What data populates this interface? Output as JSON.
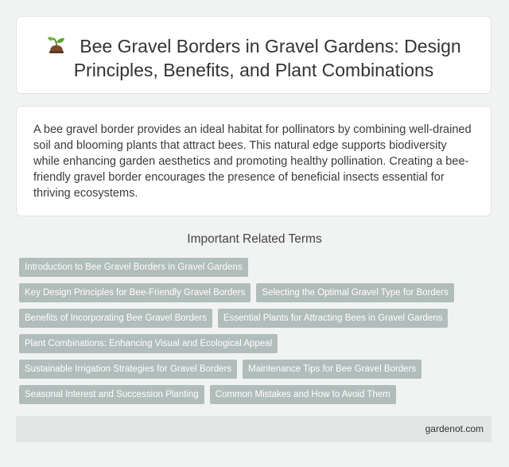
{
  "header": {
    "icon": "sprout-icon",
    "title": "Bee Gravel Borders in Gravel Gardens: Design Principles, Benefits, and Plant Combinations"
  },
  "intro": {
    "text": "A bee gravel border provides an ideal habitat for pollinators by combining well-drained soil and blooming plants that attract bees. This natural edge supports biodiversity while enhancing garden aesthetics and promoting healthy pollination. Creating a bee-friendly gravel border encourages the presence of beneficial insects essential for thriving ecosystems."
  },
  "related": {
    "heading": "Important Related Terms",
    "terms": [
      "Introduction to Bee Gravel Borders in Gravel Gardens",
      "Key Design Principles for Bee-Friendly Gravel Borders",
      "Selecting the Optimal Gravel Type for Borders",
      "Benefits of Incorporating Bee Gravel Borders",
      "Essential Plants for Attracting Bees in Gravel Gardens",
      "Plant Combinations: Enhancing Visual and Ecological Appeal",
      "Sustainable Irrigation Strategies for Gravel Borders",
      "Maintenance Tips for Bee Gravel Borders",
      "Seasonal Interest and Succession Planting",
      "Common Mistakes and How to Avoid Them"
    ]
  },
  "footer": {
    "site": "gardenot.com"
  },
  "colors": {
    "background": "#f1f3f2",
    "card": "#ffffff",
    "tag": "#b1bdbb",
    "footer": "#e2e6e4"
  }
}
